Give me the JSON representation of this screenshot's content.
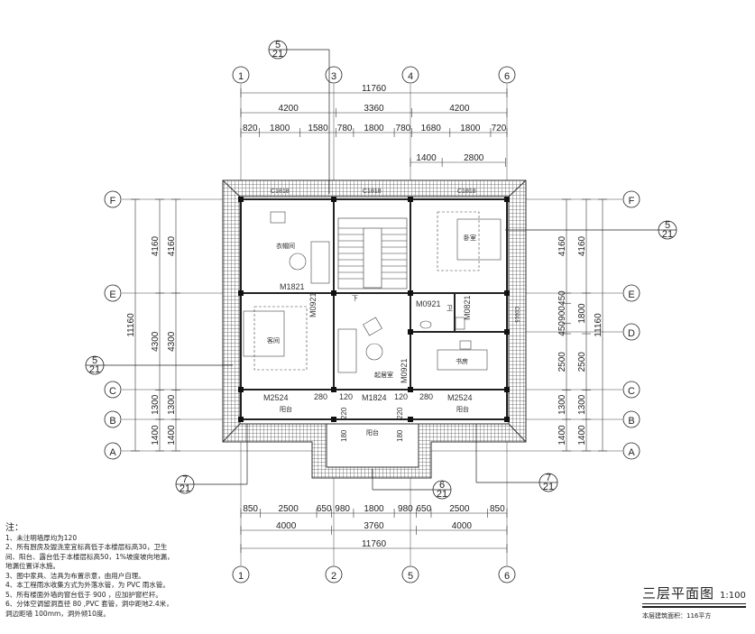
{
  "plan": {
    "top_axes": [
      "1",
      "3",
      "4",
      "6"
    ],
    "bottom_axes": [
      "1",
      "2",
      "5",
      "6"
    ],
    "left_axes": [
      "F",
      "E",
      "C",
      "B",
      "A"
    ],
    "right_axes": [
      "F",
      "E",
      "D",
      "C",
      "B",
      "A"
    ],
    "dims": {
      "top_total": [
        11760
      ],
      "top_bays": [
        4200,
        3360,
        4200
      ],
      "top_detail": [
        820,
        1800,
        1580,
        780,
        1800,
        780,
        1680,
        1800,
        720
      ],
      "top_right_sub": [
        1400,
        2800
      ],
      "bottom_detail": [
        850,
        2500,
        650,
        980,
        1800,
        980,
        650,
        2500,
        850
      ],
      "bottom_bays": [
        4000,
        3760,
        4000
      ],
      "bottom_total": [
        11760
      ],
      "left_inner": [
        4160,
        4300,
        1300,
        1400
      ],
      "left_mid": [
        4160,
        4300,
        1300,
        1400
      ],
      "left_total": [
        11160
      ],
      "right_inner": [
        4160,
        450,
        900,
        450,
        2500,
        1300,
        1400
      ],
      "right_mid": [
        4160,
        1800,
        2500,
        1300,
        1400
      ],
      "right_total": [
        11160
      ]
    },
    "rooms": {
      "cloakroom": "衣帽间",
      "bedroom": "卧室",
      "guest": "客间",
      "living": "起居室",
      "study": "书房",
      "bath": "卫",
      "balcony_left": "阳台",
      "balcony_right": "阳台",
      "balcony_center": "阳台"
    },
    "openings": {
      "win1": "C1818",
      "win2": "C1818",
      "win3": "C1818",
      "win_right": "C0915",
      "m1821": "M1821",
      "m0921_a": "M0921",
      "m0921_b": "M0921",
      "m0921_c": "M0921",
      "m0821": "M0821",
      "m2524_l": "M2524",
      "m2524_r": "M2524",
      "m1824": "M1824",
      "d280_l": "280",
      "d120_l": "120",
      "d120_r": "120",
      "d280_r": "280",
      "d220_l": "220",
      "d220_r": "220",
      "d180_l": "180",
      "d180_r": "180",
      "stair_down": "下"
    },
    "section_marks": {
      "top": {
        "num": "5",
        "sheet": "21"
      },
      "right": {
        "num": "5",
        "sheet": "21"
      },
      "left": {
        "num": "5",
        "sheet": "21"
      },
      "bottom_left": {
        "num": "7",
        "sheet": "21"
      },
      "bottom_right": {
        "num": "7",
        "sheet": "21"
      },
      "bottom_center": {
        "num": "6",
        "sheet": "21"
      }
    }
  },
  "notes": {
    "heading": "注：",
    "items": [
      "1、未注明墙厚均为120",
      "2、所有厨房及盥洗室宜标高低于本楼层标高30，卫生",
      "   间、阳台、露台低于本楼层标高50，1%坡度坡向地漏，",
      "   地漏位置详水施。",
      "3、图中家具、洁具为布置示意，由用户自理。",
      "4、本工程雨水收集方式为外落水管，为 PVC 雨水管。",
      "5、所有楼面外墙的窗台低于 900 ，应加护窗栏杆。",
      "6、分体空调留洞直径 80 ,PVC 套管，洞中距地2.4米，",
      "   洞边距墙 100mm，洞外倾10度。"
    ]
  },
  "title": {
    "name": "三层平面图",
    "scale": "1:100",
    "area": "本层建筑面积：116平方"
  }
}
